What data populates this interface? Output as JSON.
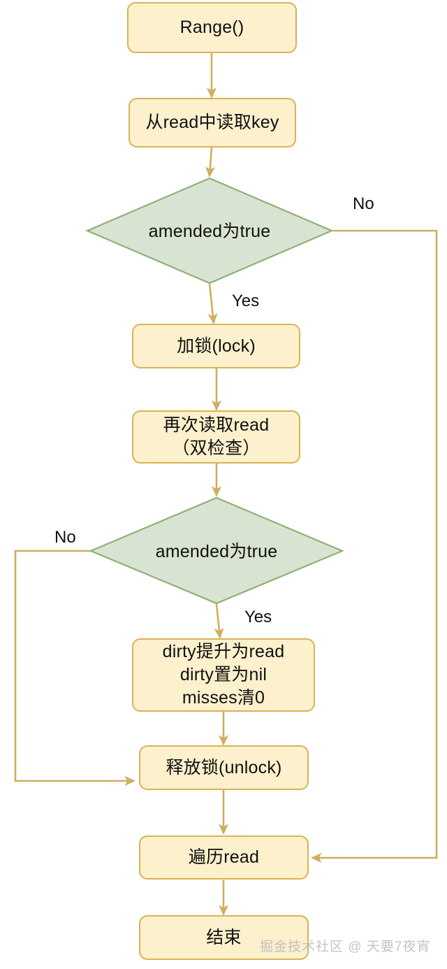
{
  "diagram": {
    "type": "flowchart",
    "title": "sync.Map Range() flow",
    "colors": {
      "process_fill": "#fdf0cd",
      "process_stroke": "#d7b354",
      "decision_fill": "#d8e4d1",
      "decision_stroke": "#8faf78",
      "edge_stroke": "#cfae5e",
      "text": "#101010",
      "watermark": "#b9b9b9",
      "background": "#ffffff"
    },
    "nodes": [
      {
        "id": "start",
        "shape": "process",
        "label": "Range()",
        "lines": [
          "Range()"
        ]
      },
      {
        "id": "read-key",
        "shape": "process",
        "label": "从read中读取key",
        "lines": [
          "从read中读取key"
        ]
      },
      {
        "id": "amended1",
        "shape": "decision",
        "label": "amended为true",
        "lines": [
          "amended为true"
        ]
      },
      {
        "id": "lock",
        "shape": "process",
        "label": "加锁(lock)",
        "lines": [
          "加锁(lock)"
        ]
      },
      {
        "id": "reread",
        "shape": "process",
        "label": "再次读取read（双检查）",
        "lines": [
          "再次读取read",
          "（双检查）"
        ]
      },
      {
        "id": "amended2",
        "shape": "decision",
        "label": "amended为true",
        "lines": [
          "amended为true"
        ]
      },
      {
        "id": "promote",
        "shape": "process",
        "label": "dirty提升为read dirty置为nil misses清0",
        "lines": [
          "dirty提升为read",
          "dirty置为nil",
          "misses清0"
        ]
      },
      {
        "id": "unlock",
        "shape": "process",
        "label": "释放锁(unlock)",
        "lines": [
          "释放锁(unlock)"
        ]
      },
      {
        "id": "traverse",
        "shape": "process",
        "label": "遍历read",
        "lines": [
          "遍历read"
        ]
      },
      {
        "id": "end",
        "shape": "process",
        "label": "结束",
        "lines": [
          "结束"
        ]
      }
    ],
    "edge_labels": [
      {
        "id": "no1",
        "text": "No"
      },
      {
        "id": "yes1",
        "text": "Yes"
      },
      {
        "id": "no2",
        "text": "No"
      },
      {
        "id": "yes2",
        "text": "Yes"
      }
    ],
    "edges": [
      {
        "from": "start",
        "to": "read-key",
        "label": ""
      },
      {
        "from": "read-key",
        "to": "amended1",
        "label": ""
      },
      {
        "from": "amended1",
        "to": "lock",
        "label": "Yes"
      },
      {
        "from": "amended1",
        "to": "traverse",
        "label": "No"
      },
      {
        "from": "lock",
        "to": "reread",
        "label": ""
      },
      {
        "from": "reread",
        "to": "amended2",
        "label": ""
      },
      {
        "from": "amended2",
        "to": "promote",
        "label": "Yes"
      },
      {
        "from": "amended2",
        "to": "unlock",
        "label": "No"
      },
      {
        "from": "promote",
        "to": "unlock",
        "label": ""
      },
      {
        "from": "unlock",
        "to": "traverse",
        "label": ""
      },
      {
        "from": "traverse",
        "to": "end",
        "label": ""
      }
    ]
  },
  "watermark": {
    "text": "掘金技术社区 @ 天要7夜宵"
  }
}
